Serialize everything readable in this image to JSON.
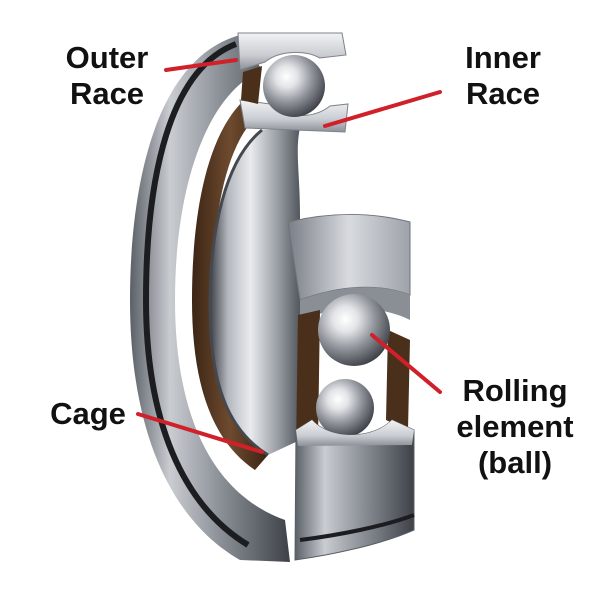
{
  "labels": {
    "outer_race": [
      "Outer",
      "Race"
    ],
    "inner_race": [
      "Inner",
      "Race"
    ],
    "cage": [
      "Cage"
    ],
    "rolling_element": [
      "Rolling",
      "element",
      "(ball)"
    ]
  },
  "colors": {
    "leader_line": "#d0202a",
    "label_text": "#111111",
    "steel_light": "#e4e6e9",
    "steel_mid": "#a9adb3",
    "steel_dark": "#4a4e55",
    "seal_black": "#1c1d20",
    "cage_brown": "#5a3b24"
  }
}
